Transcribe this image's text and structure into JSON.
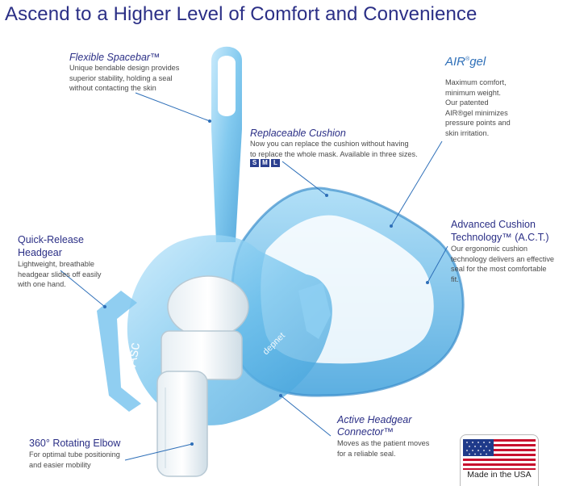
{
  "title": "Ascend to a Higher Level of Comfort and Convenience",
  "features": {
    "spacebar": {
      "heading": "Flexible Spacebar™",
      "desc_lines": [
        "Unique bendable design provides",
        "superior stability, holding a seal",
        "without contacting the skin"
      ]
    },
    "cushion": {
      "heading": "Replaceable Cushion",
      "desc_lines": [
        "Now you can replace the cushion without having",
        "to replace the whole mask. Available in three sizes."
      ],
      "sizes": [
        "S",
        "M",
        "L"
      ]
    },
    "airgel": {
      "brand_prefix": "AIR",
      "brand_sup": "®",
      "brand_suffix": "gel",
      "desc_lines": [
        "Maximum comfort,",
        "minimum weight.",
        "Our patented",
        "AIR®gel minimizes",
        "pressure points and",
        "skin irritation."
      ]
    },
    "act": {
      "heading_lines": [
        "Advanced Cushion",
        "Technology™ (A.C.T.)"
      ],
      "desc_lines": [
        "Our ergonomic cushion",
        "technology delivers an effective",
        "seal for the most comfortable",
        "fit."
      ]
    },
    "headgear": {
      "heading_lines": [
        "Quick-Release",
        "Headgear"
      ],
      "desc_lines": [
        "Lightweight, breathable",
        "headgear slides off easily",
        "with one hand."
      ]
    },
    "connector": {
      "heading_lines": [
        "Active Headgear",
        "Connector™"
      ],
      "desc_lines": [
        "Moves as the patient moves",
        "for a reliable seal."
      ]
    },
    "elbow": {
      "heading": "360° Rotating Elbow",
      "desc_lines": [
        "For optimal tube positioning",
        "and easier mobility"
      ]
    }
  },
  "product_marks": {
    "left": "Asc",
    "right": "depnet"
  },
  "badge": {
    "text": "Made in the USA"
  },
  "colors": {
    "title": "#2b2f86",
    "accent_line": "#2e6fb8",
    "mask_blue": "#5fb6e6"
  }
}
